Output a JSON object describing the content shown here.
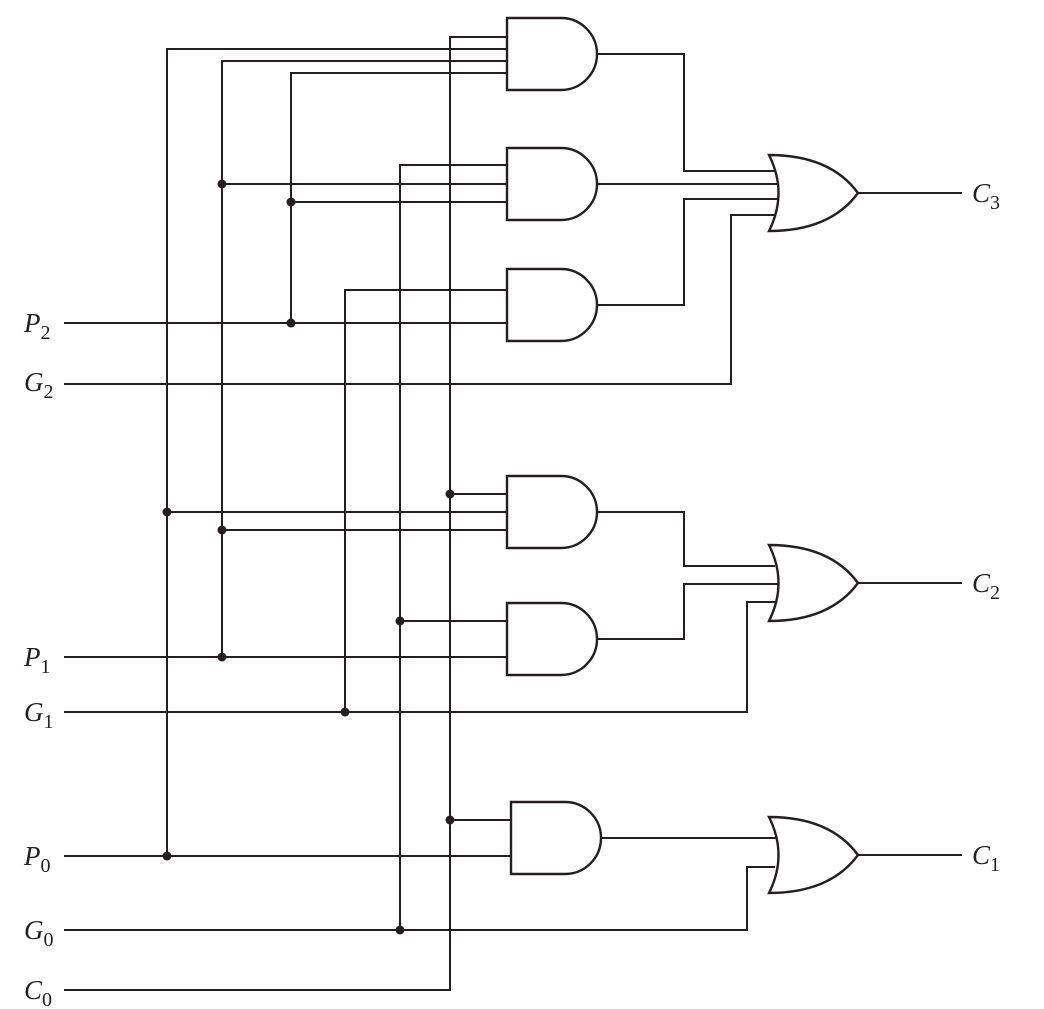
{
  "inputs": [
    {
      "letter": "P",
      "sub": "2"
    },
    {
      "letter": "G",
      "sub": "2"
    },
    {
      "letter": "P",
      "sub": "1"
    },
    {
      "letter": "G",
      "sub": "1"
    },
    {
      "letter": "P",
      "sub": "0"
    },
    {
      "letter": "G",
      "sub": "0"
    },
    {
      "letter": "C",
      "sub": "0"
    }
  ],
  "outputs": [
    {
      "letter": "C",
      "sub": "3"
    },
    {
      "letter": "C",
      "sub": "2"
    },
    {
      "letter": "C",
      "sub": "1"
    }
  ],
  "colors": {
    "ink": "#231f20",
    "background": "#ffffff"
  }
}
